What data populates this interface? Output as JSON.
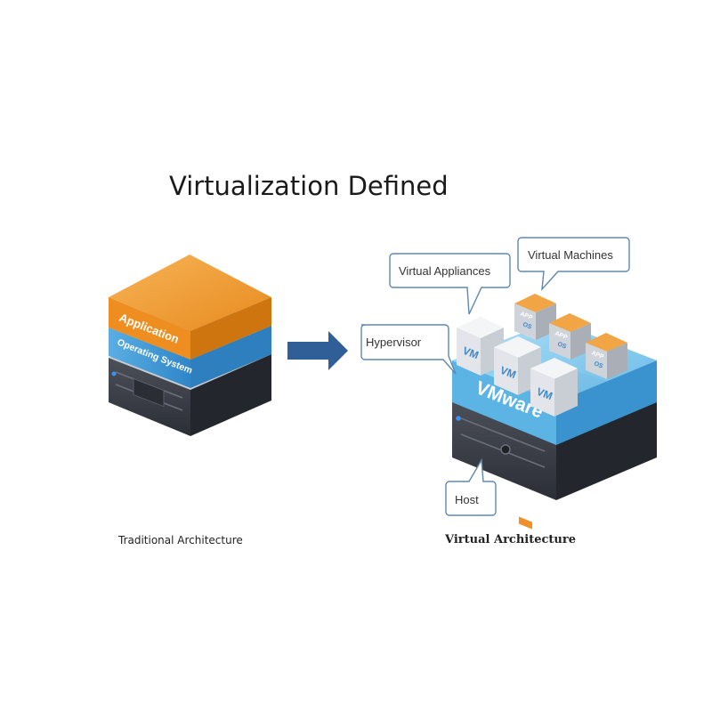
{
  "title": "Virtualization Defined",
  "traditional": {
    "caption": "Traditional Architecture",
    "layers": [
      "Application",
      "Operating System"
    ]
  },
  "virtual": {
    "caption": "Virtual Architecture",
    "callouts": {
      "virtual_appliances": "Virtual Appliances",
      "virtual_machines": "Virtual Machines",
      "hypervisor": "Hypervisor",
      "host": "Host"
    },
    "vm_label": "VM",
    "app_label": "APP",
    "os_label": "OS",
    "hypervisor_brand": "VMware"
  },
  "colors": {
    "application": "#f0962a",
    "operating_system": "#4fa3dc",
    "hypervisor": "#7cc6ec",
    "server": "#3a3d45",
    "arrow": "#2f5f96",
    "vm_box": "#e6e8ec"
  }
}
